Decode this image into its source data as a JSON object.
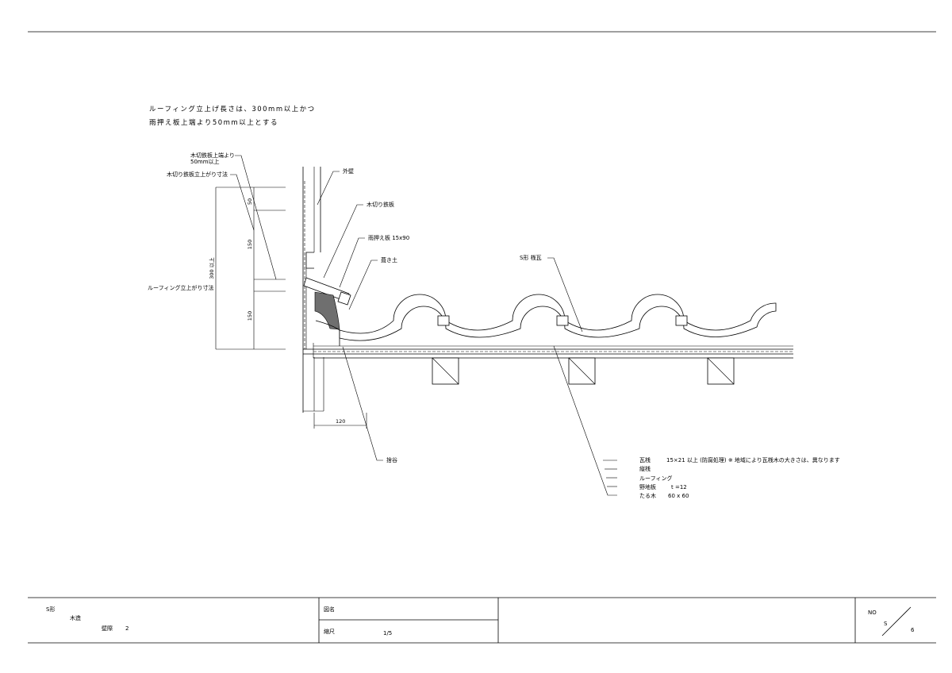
{
  "notes": {
    "line1": "ルーフィング立上げ長さは、300mm以上かつ",
    "line2": "雨押え板上端より50mm以上とする"
  },
  "labels": {
    "kikiri_top_1": "木切鉄板上端より",
    "kikiri_top_2": "50mm以上",
    "kikiri_height": "木切り鉄板立上がり寸法",
    "roofing_height": "ルーフィング立上がり寸法",
    "outer_wall": "外壁",
    "kikiri_plate": "木切り鉄板",
    "amaosae_board": "雨押え板 15x90",
    "fukitsuchi": "葺き土",
    "s_tile": "S形 桟瓦",
    "valley": "捨谷"
  },
  "dimensions": {
    "d50": "50",
    "d150_upper": "150",
    "d300": "300 以上",
    "d150_lower": "150",
    "d120": "120"
  },
  "layers": [
    {
      "name": "瓦桟",
      "spec": "15×21 以上 (防腐処理) ※ 地域により瓦桟木の大きさは、異なります"
    },
    {
      "name": "縦桟",
      "spec": ""
    },
    {
      "name": "ルーフィング",
      "spec": ""
    },
    {
      "name": "野地板",
      "spec": "t =12"
    },
    {
      "name": "たる木",
      "spec": "60 x 60"
    }
  ],
  "title_block": {
    "type": "S形",
    "structure": "木造",
    "part": "壁際",
    "part_no": "2",
    "drawing_name_label": "図名",
    "scale_label": "縮尺",
    "scale_value": "1/5",
    "no_label": "NO",
    "no_series": "S",
    "no_number": "6"
  },
  "colors": {
    "line": "#000000",
    "mortar_fill": "#6f6f6f",
    "background": "#ffffff"
  }
}
